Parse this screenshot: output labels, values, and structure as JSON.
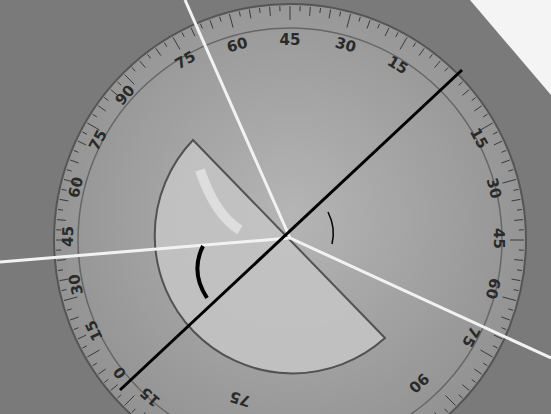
{
  "diagram": {
    "labels": [
      "75",
      "60",
      "45",
      "30",
      "15",
      "90",
      "75",
      "60",
      "45",
      "30",
      "15",
      "0",
      "15",
      "30",
      "45",
      "60",
      "75",
      "90",
      "75",
      "15"
    ]
  }
}
